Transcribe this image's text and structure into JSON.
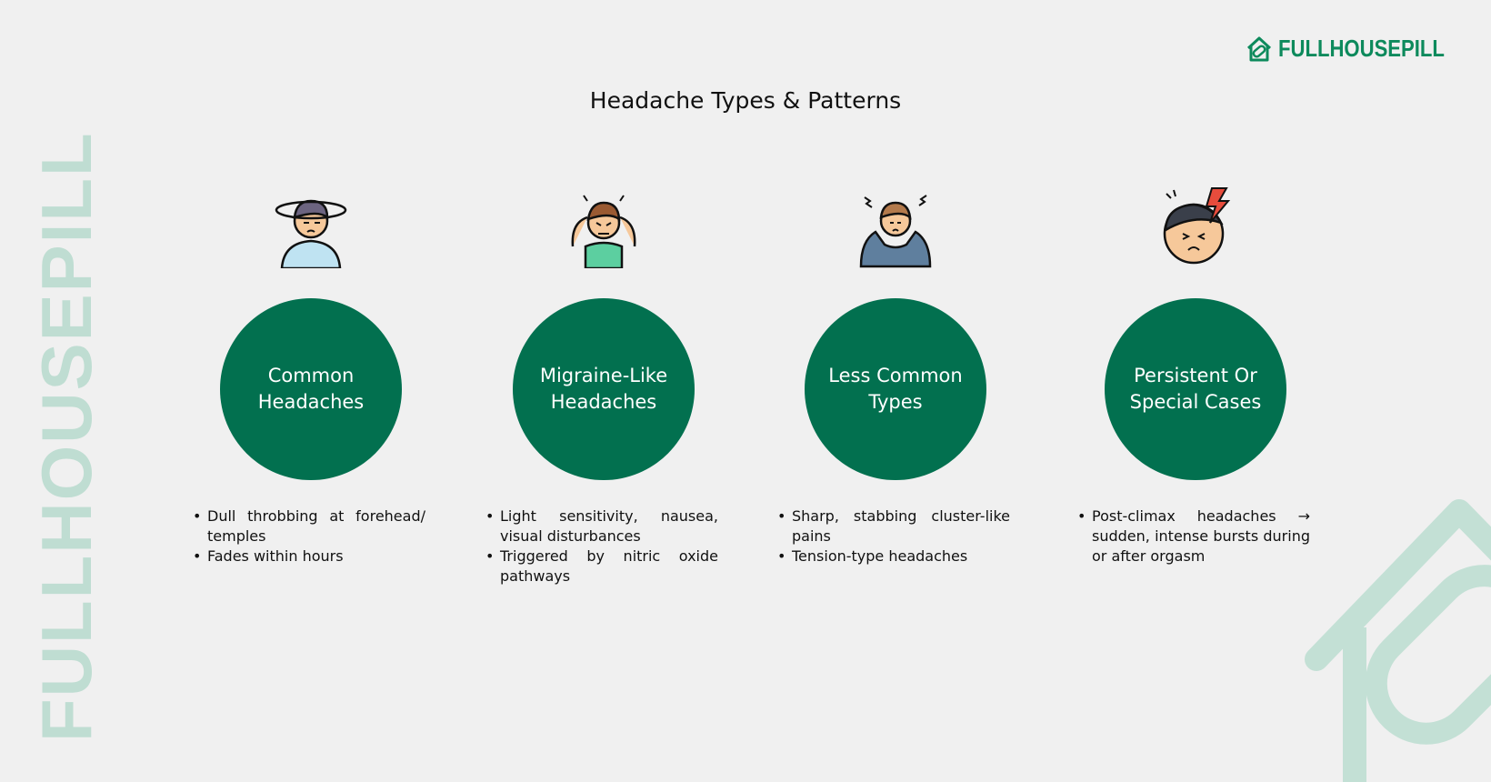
{
  "brand": "FULLHOUSEPILL",
  "title": "Headache Types & Patterns",
  "watermark": "FULLHOUSEPILL",
  "colors": {
    "accent": "#02704f",
    "brand": "#0d8a5c",
    "watermark": "#bfddd2"
  },
  "cards": [
    {
      "icon": "dizzy-person-icon",
      "label": "Common Headaches",
      "bullets": [
        "Dull throbbing at forehead/ temples",
        "Fades within hours"
      ]
    },
    {
      "icon": "stressed-person-icon",
      "label": "Migraine-Like Headaches",
      "bullets": [
        "Light sensitivity, nausea, visual disturbances",
        "Triggered by nitric oxide pathways"
      ]
    },
    {
      "icon": "head-holding-person-icon",
      "label": "Less Common Types",
      "bullets": [
        "Sharp, stabbing cluster-like pains",
        "Tension-type headaches"
      ]
    },
    {
      "icon": "lightning-headache-icon",
      "label": "Persistent Or Special Cases",
      "bullets": [
        "Post-climax headaches → sudden, intense bursts during or after orgasm"
      ]
    }
  ]
}
